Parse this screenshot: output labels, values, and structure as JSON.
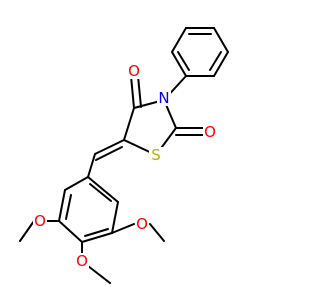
{
  "molecule": {
    "atoms": {
      "o_ketone": {
        "text": "O",
        "color": "#ff0000"
      },
      "n_ring": {
        "text": "N",
        "color": "#0000ff"
      },
      "o_carbonyl": {
        "text": "O",
        "color": "#ff0000"
      },
      "s_ring": {
        "text": "S",
        "color": "#b3b300"
      },
      "o_methoxy_left": {
        "text": "O",
        "color": "#ff0000"
      },
      "o_methoxy_right": {
        "text": "O",
        "color": "#ff0000"
      },
      "o_methoxy_bottom": {
        "text": "O",
        "color": "#ff0000"
      }
    }
  }
}
